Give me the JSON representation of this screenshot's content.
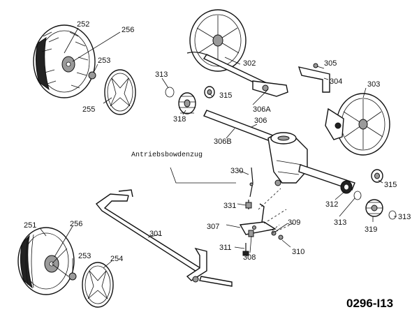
{
  "diagram": {
    "drawing_code": "0296-I13",
    "note_label": "Antriebsbowdenzug",
    "part_labels": {
      "p252": "252",
      "p256a": "256",
      "p253a": "253",
      "p255": "255",
      "p313a": "313",
      "p315a": "315",
      "p318": "318",
      "p302": "302",
      "p305": "305",
      "p304": "304",
      "p303": "303",
      "p306A": "306A",
      "p306": "306",
      "p306B": "306B",
      "p330": "330",
      "p315b": "315",
      "p312": "312",
      "p313b": "313",
      "p313c": "313",
      "p319": "319",
      "p331": "331",
      "p307": "307",
      "p309": "309",
      "p311": "311",
      "p308": "308",
      "p310": "310",
      "p301": "301",
      "p251": "251",
      "p256b": "256",
      "p253b": "253",
      "p254": "254"
    }
  }
}
